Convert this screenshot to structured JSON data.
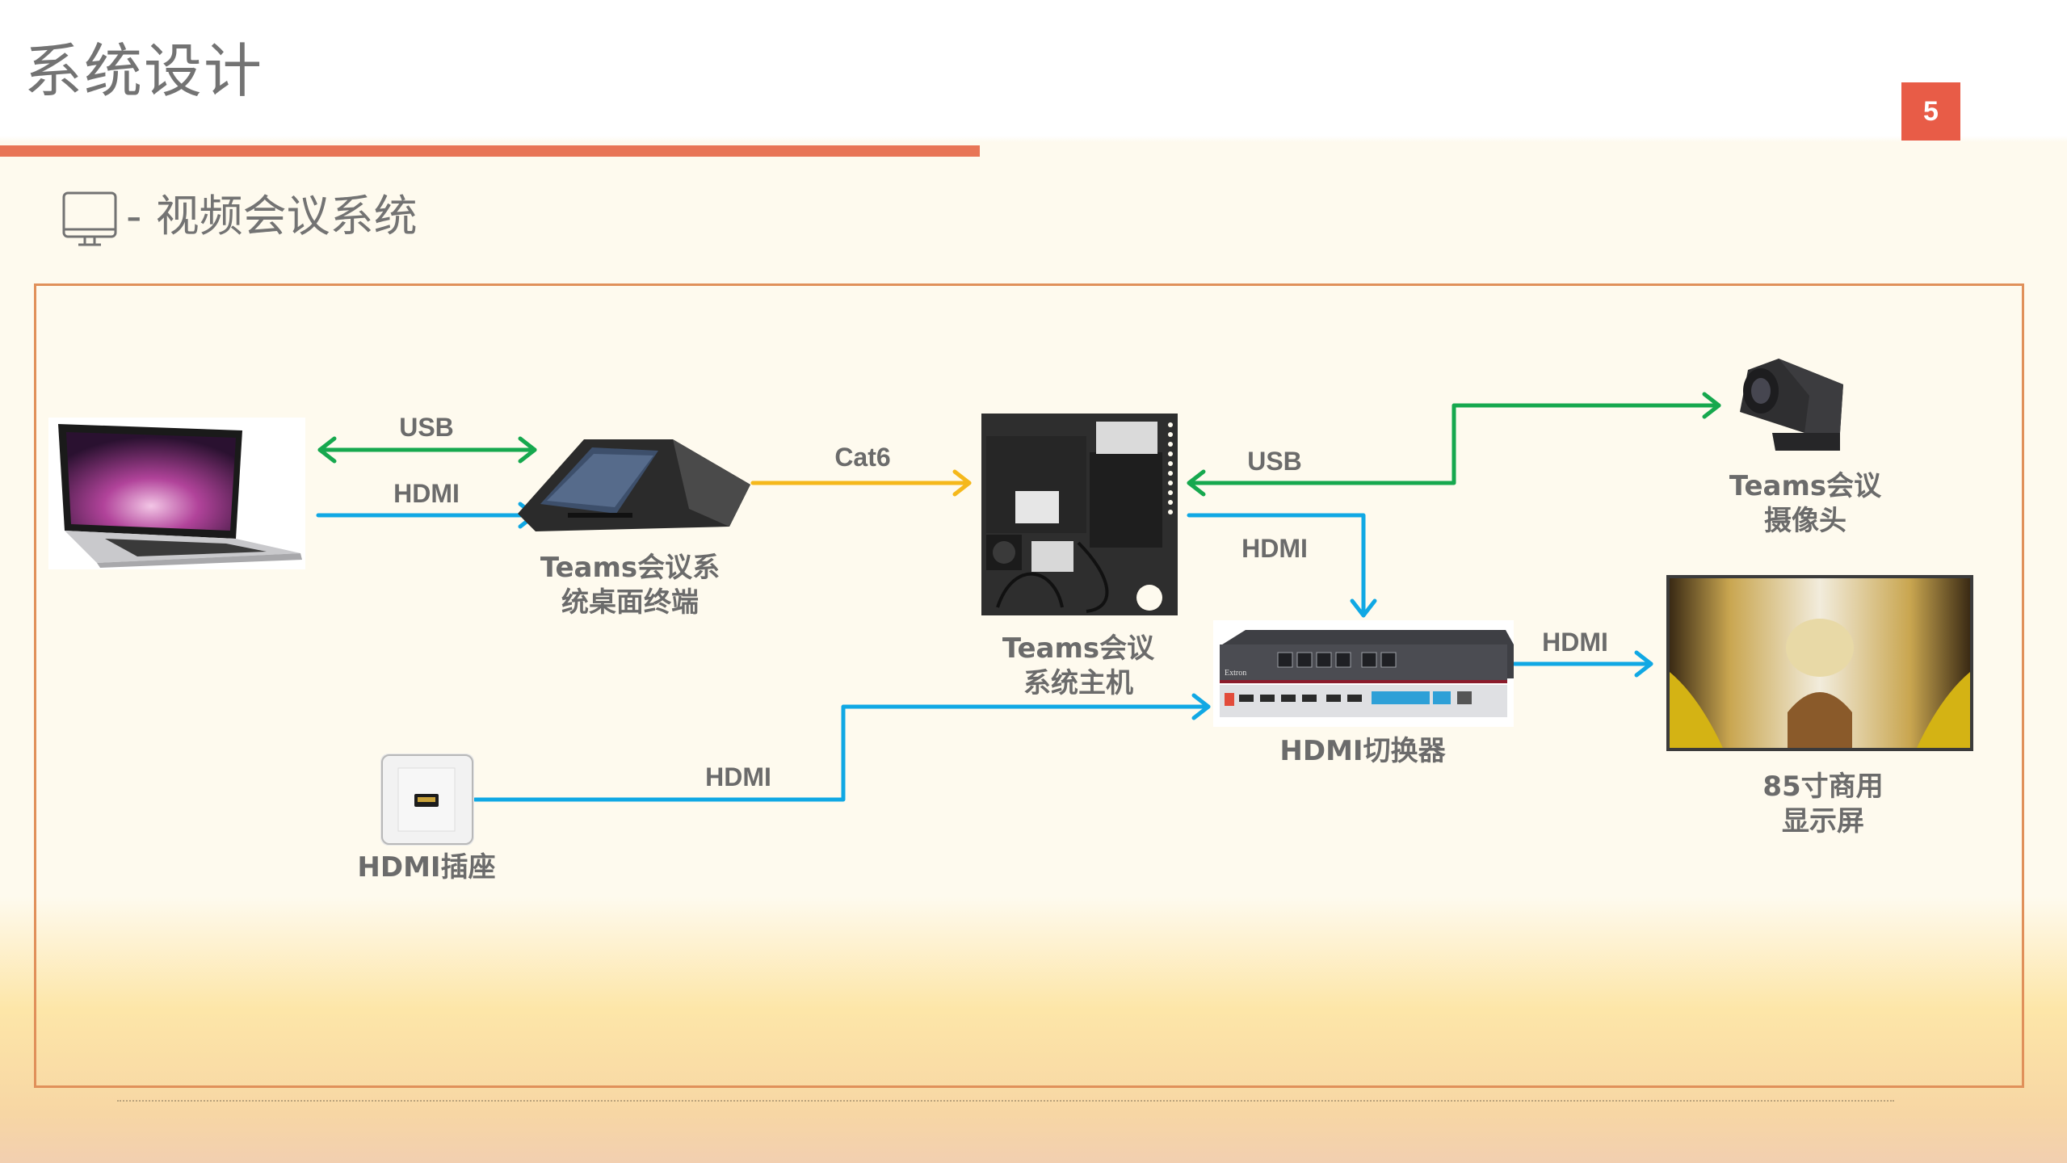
{
  "slide": {
    "title": "系统设计",
    "page_number": "5",
    "subtitle": "- 视频会议系统",
    "subtitle_icon": "monitor-icon",
    "accent_color": "#e87556",
    "frame_color": "#e0905a"
  },
  "devices": {
    "laptop": {
      "name": "laptop",
      "label_line1": "",
      "label_line2": ""
    },
    "desk_terminal": {
      "label_line1": "Teams会议系",
      "label_line2": "统桌面终端"
    },
    "host": {
      "label_line1": "Teams会议",
      "label_line2": "系统主机"
    },
    "camera": {
      "label_line1": "Teams会议",
      "label_line2": "摄像头"
    },
    "switcher": {
      "label": "HDMI切换器",
      "brand": "Extron"
    },
    "display": {
      "label_line1": "85寸商用",
      "label_line2": "显示屏"
    },
    "hdmi_socket": {
      "label": "HDMI插座"
    }
  },
  "connections": [
    {
      "id": "laptop-terminal-usb",
      "label": "USB",
      "color": "#16a84e",
      "direction": "bidirectional"
    },
    {
      "id": "laptop-terminal-hdmi",
      "label": "HDMI",
      "color": "#10a8e4",
      "direction": "laptop→terminal"
    },
    {
      "id": "terminal-host-cat6",
      "label": "Cat6",
      "color": "#f5b81b",
      "direction": "terminal→host"
    },
    {
      "id": "host-camera-usb",
      "label": "USB",
      "color": "#16a84e",
      "direction": "bidirectional"
    },
    {
      "id": "host-switcher-hdmi",
      "label": "HDMI",
      "color": "#10a8e4",
      "direction": "host→switcher"
    },
    {
      "id": "switcher-display-hdmi",
      "label": "HDMI",
      "color": "#10a8e4",
      "direction": "switcher→display"
    },
    {
      "id": "socket-switcher-hdmi",
      "label": "HDMI",
      "color": "#10a8e4",
      "direction": "socket→switcher"
    }
  ]
}
